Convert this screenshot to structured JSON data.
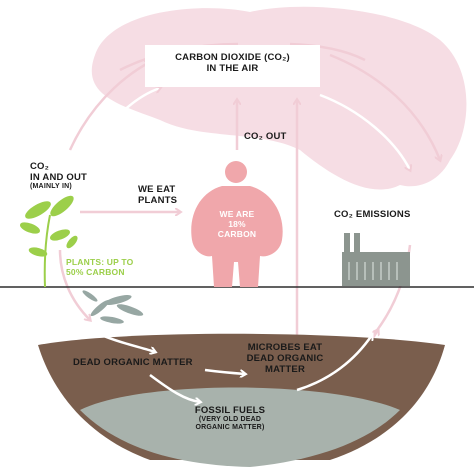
{
  "labels": {
    "co2_air": [
      "CARBON DIOXIDE (CO₂)",
      "IN THE AIR"
    ],
    "co2_out": "CO₂ OUT",
    "co2_in_out": [
      "CO₂",
      "IN AND OUT"
    ],
    "co2_in_out_note": "(MAINLY IN)",
    "we_eat_plants": [
      "WE EAT",
      "PLANTS"
    ],
    "we_are_carbon": [
      "WE ARE",
      "18%",
      "CARBON"
    ],
    "co2_emissions": "CO₂ EMISSIONS",
    "plants_carbon": [
      "PLANTS: UP TO",
      "50% CARBON"
    ],
    "dead_organic": "DEAD ORGANIC MATTER",
    "microbes": [
      "MICROBES EAT",
      "DEAD ORGANIC",
      "MATTER"
    ],
    "fossil_fuels": "FOSSIL FUELS",
    "fossil_note": [
      "(VERY OLD DEAD",
      "ORGANIC MATTER)"
    ]
  },
  "colors": {
    "sky": "#f6dde4",
    "arrow": "#f1cdd6",
    "person": "#f0a7ab",
    "plant": "#9ccf4a",
    "soil": "#7a5e4d",
    "fossil": "#a8b2ac",
    "factory": "#8c958f",
    "ground_line": "#2d2d2d",
    "dead_plant": "#97a7a3"
  },
  "icons": [
    "cloud-icon",
    "person-icon",
    "plant-icon",
    "factory-icon",
    "dead-plant-icon"
  ]
}
